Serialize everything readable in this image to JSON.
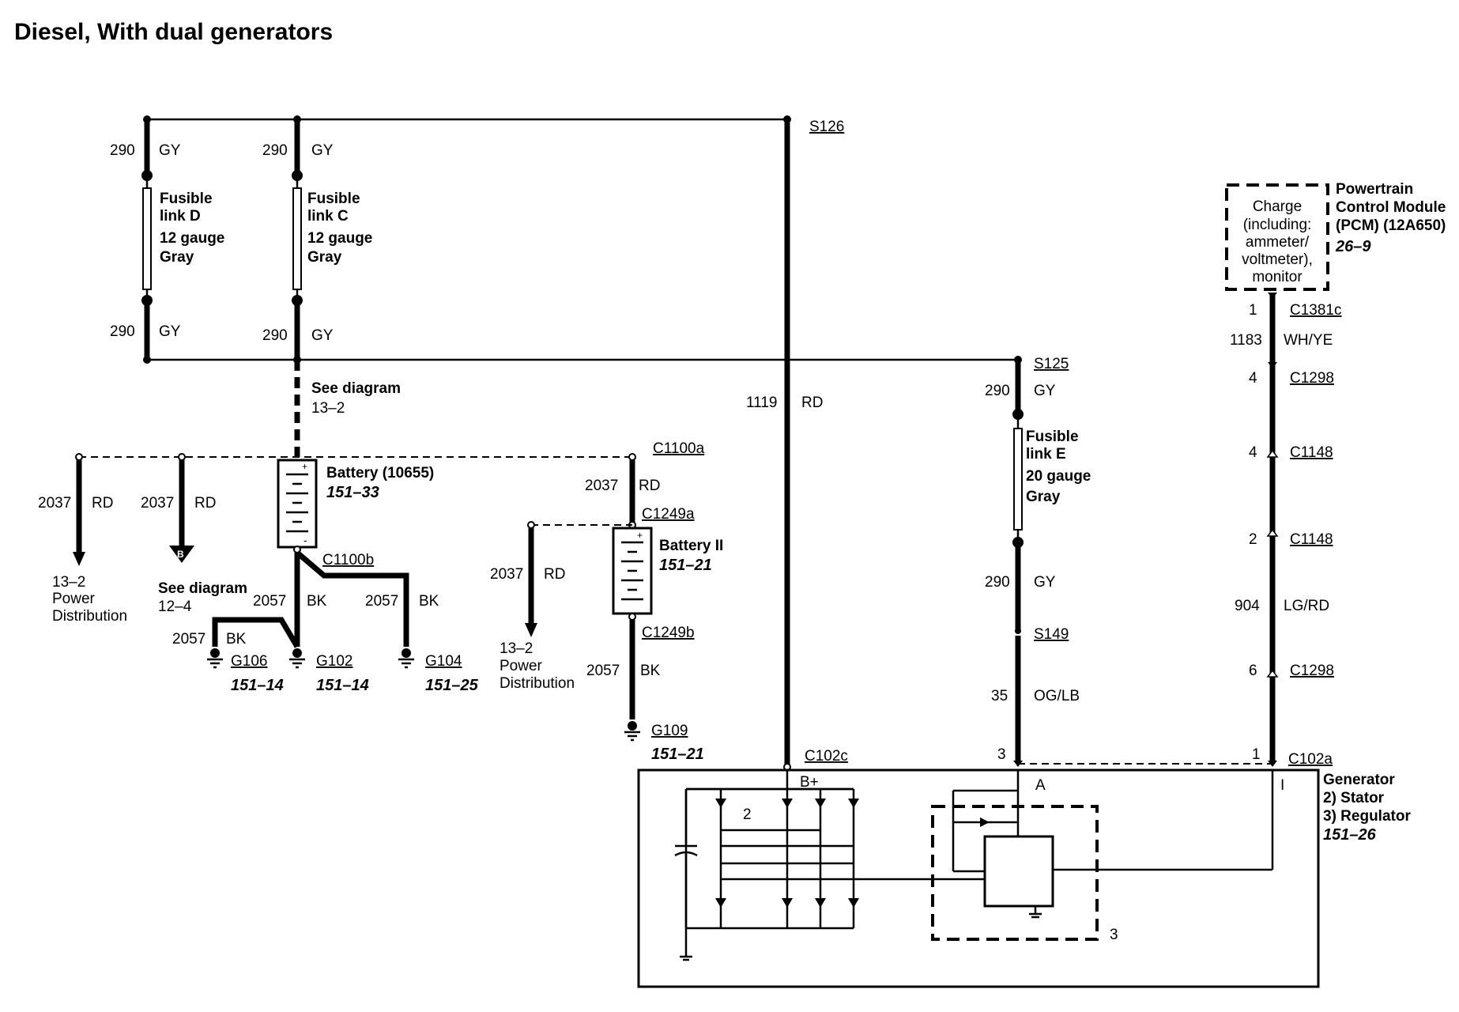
{
  "title": "Diesel, With dual generators",
  "splices": {
    "s126": "S126",
    "s125": "S125",
    "s149": "S149"
  },
  "fusible_d": {
    "circuit": "290",
    "color": "GY",
    "l1": "Fusible",
    "l2": "link D",
    "l3": "12 gauge",
    "l4": "Gray"
  },
  "fusible_c": {
    "circuit": "290",
    "color": "GY",
    "l1": "Fusible",
    "l2": "link C",
    "l3": "12 gauge",
    "l4": "Gray"
  },
  "fusible_e": {
    "circuit": "290",
    "color": "GY",
    "l1": "Fusible",
    "l2": "link E",
    "l3": "20 gauge",
    "l4": "Gray"
  },
  "see_diagram_13_2": {
    "l1": "See diagram",
    "l2": "13–2"
  },
  "see_diagram_12_4": {
    "l1": "See diagram",
    "l2": "12–4"
  },
  "power_dist": {
    "l1": "13–2",
    "l2": "Power",
    "l3": "Distribution"
  },
  "circuits": {
    "c2037": "2037",
    "rd": "RD",
    "c2057": "2057",
    "bk": "BK",
    "c1119": "1119",
    "c1183": "1183",
    "whye": "WH/YE",
    "c904": "904",
    "lgrd": "LG/RD",
    "c35": "35",
    "oglb": "OG/LB"
  },
  "battery1": {
    "name": "Battery (10655)",
    "ref": "151–33"
  },
  "battery2": {
    "name": "Battery II",
    "ref": "151–21"
  },
  "connectors": {
    "c1100a": "C1100a",
    "c1100b": "C1100b",
    "c1249a": "C1249a",
    "c1249b": "C1249b",
    "c102c": "C102c",
    "c102a": "C102a",
    "c1381c": "C1381c",
    "c1298": "C1298",
    "c1148": "C1148"
  },
  "pins": {
    "p1": "1",
    "p2": "2",
    "p3": "3",
    "p4": "4",
    "p6": "6"
  },
  "grounds": {
    "g106": {
      "id": "G106",
      "ref": "151–14"
    },
    "g102": {
      "id": "G102",
      "ref": "151–14"
    },
    "g104": {
      "id": "G104",
      "ref": "151–25"
    },
    "g109": {
      "id": "G109",
      "ref": "151–21"
    }
  },
  "pcm": {
    "box_l1": "Charge",
    "box_l2": "(including:",
    "box_l3": "ammeter/",
    "box_l4": "voltmeter),",
    "box_l5": "monitor",
    "name_l1": "Powertrain",
    "name_l2": "Control Module",
    "name_l3": "(PCM) (12A650)",
    "ref": "26–9"
  },
  "generator": {
    "l1": "Generator",
    "l2": "2) Stator",
    "l3": "3) Regulator",
    "ref": "151–26",
    "b_plus": "B+",
    "a": "A",
    "i": "I",
    "stator_num": "2",
    "reg_num": "3"
  }
}
